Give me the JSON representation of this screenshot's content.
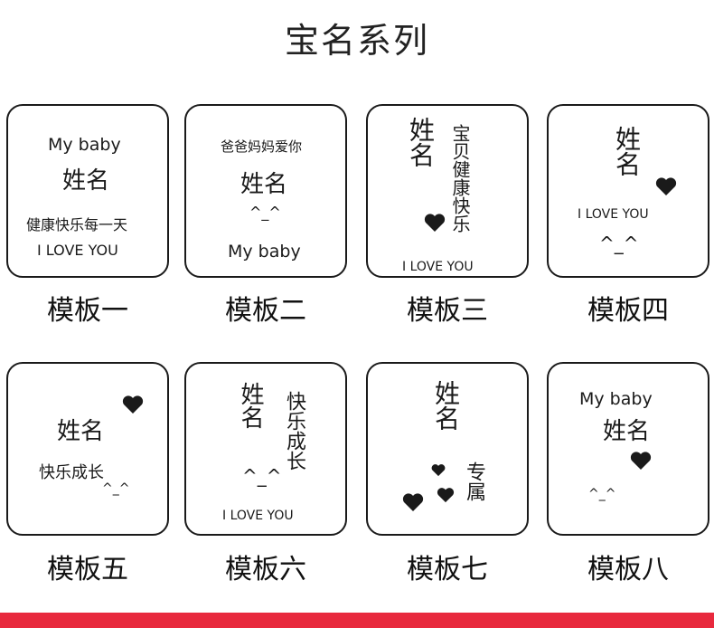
{
  "title": "宝名系列",
  "templates": [
    {
      "caption": "模板一",
      "line1": "My baby",
      "name": "姓名",
      "line3": "健康快乐每一天",
      "line4": "I LOVE YOU"
    },
    {
      "caption": "模板二",
      "line1": "爸爸妈妈爱你",
      "name": "姓名",
      "face": "^_^",
      "line4": "My baby"
    },
    {
      "caption": "模板三",
      "name": "姓名",
      "vertical": "宝贝健康快乐",
      "line4": "I LOVE YOU"
    },
    {
      "caption": "模板四",
      "name": "姓名",
      "line3": "I LOVE YOU",
      "face": "^_^"
    },
    {
      "caption": "模板五",
      "name": "姓名",
      "line3": "快乐成长",
      "face": "^_^"
    },
    {
      "caption": "模板六",
      "name": "姓名",
      "vertical": "快乐成长",
      "face": "^_^",
      "line4": "I LOVE YOU"
    },
    {
      "caption": "模板七",
      "name": "姓名",
      "vertical": "专属"
    },
    {
      "caption": "模板八",
      "line1": "My baby",
      "name": "姓名",
      "face": "^_^"
    }
  ],
  "colors": {
    "border": "#1a1a1a",
    "bar": "#e8293d"
  }
}
